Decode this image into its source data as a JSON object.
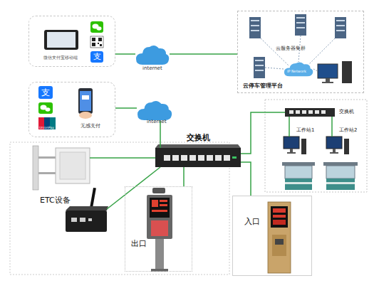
{
  "diagram": {
    "nodes": [
      {
        "text": [
          "微信支付宝移动端"
        ]
      },
      {
        "text": [
          "internet"
        ]
      },
      {
        "text": [
          "云服务器集群",
          "云停车管理平台"
        ]
      },
      {
        "text": [
          "IP Network"
        ],
        "in": 2
      },
      {
        "text": [
          "无感支付"
        ]
      },
      {
        "text": [
          "internet"
        ]
      },
      {
        "text": [
          "交换机"
        ]
      },
      {
        "text": [
          "交换机"
        ]
      },
      {
        "text": [
          "工作站1"
        ]
      },
      {
        "text": [
          "工作站2"
        ]
      },
      {
        "text": [
          "ETC设备"
        ]
      },
      {
        "text": [
          "出口"
        ]
      },
      {
        "text": [
          "入口"
        ]
      }
    ],
    "edges": [
      {
        "from": 0,
        "to": 1,
        "arrow": "none"
      },
      {
        "from": 1,
        "to": 2,
        "arrow": "none"
      },
      {
        "from": 4,
        "to": 5,
        "arrow": "none"
      },
      {
        "from": 5,
        "to": 6,
        "arrow": "none"
      },
      {
        "from": 6,
        "to": 7,
        "arrow": "none"
      },
      {
        "from": 7,
        "to": 8,
        "arrow": "none"
      },
      {
        "from": 7,
        "to": 9,
        "arrow": "none"
      },
      {
        "from": 6,
        "to": 10,
        "arrow": "none"
      },
      {
        "from": 6,
        "to": 11,
        "arrow": "none"
      },
      {
        "from": 6,
        "to": 12,
        "arrow": "none"
      }
    ],
    "labels": [
      "支",
      "支",
      "UnionPay"
    ]
  }
}
